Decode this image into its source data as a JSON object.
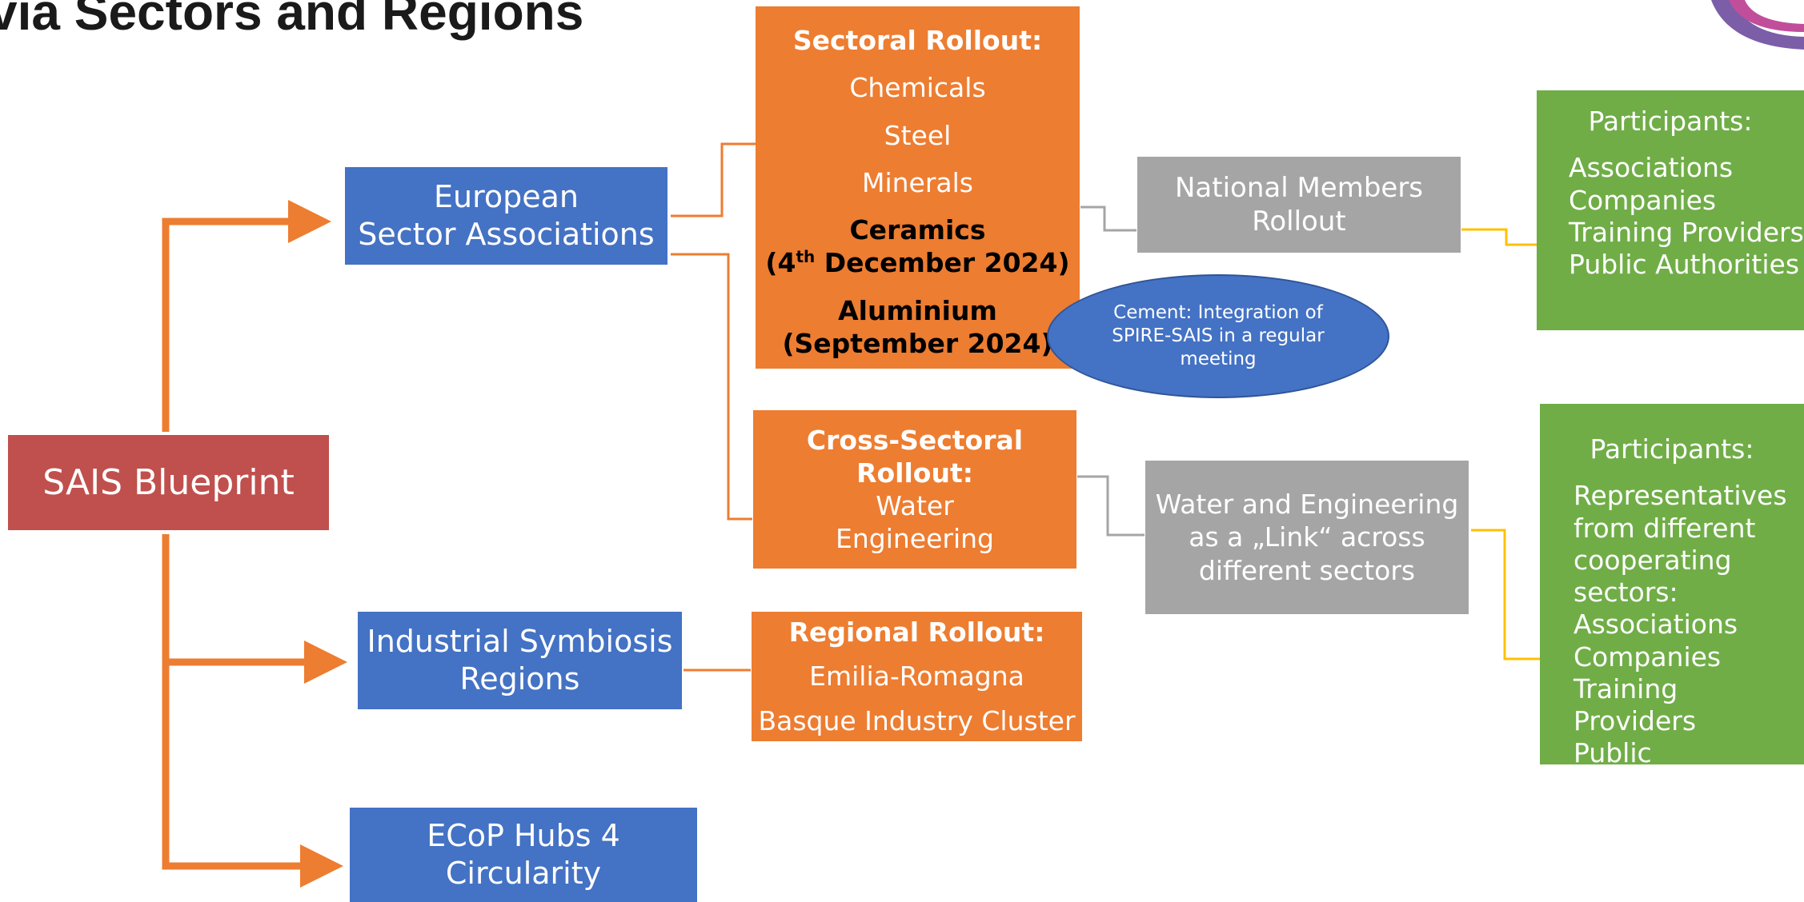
{
  "title": "via Sectors and Regions",
  "root": {
    "label": "SAIS Blueprint"
  },
  "branches": {
    "sector_assoc": [
      "European",
      "Sector Associations"
    ],
    "symbiosis": [
      "Industrial Symbiosis",
      "Regions"
    ],
    "ecop": "ECoP Hubs 4 Circularity"
  },
  "sectoral": {
    "heading": "Sectoral Rollout:",
    "items": [
      "Chemicals",
      "Steel",
      "Minerals"
    ],
    "ceramics_1": "Ceramics",
    "ceramics_2a": "(4",
    "ceramics_sup": "th",
    "ceramics_2b": " December 2024)",
    "aluminium_1": "Aluminium",
    "aluminium_2": "(September 2024)"
  },
  "cement_note": "Cement: Integration of SPIRE-SAIS in a regular meeting",
  "national": [
    "National Members",
    "Rollout"
  ],
  "cross": {
    "heading": "Cross-Sectoral Rollout:",
    "items": [
      "Water",
      "Engineering"
    ]
  },
  "water_link": "Water and Engineering as a „Link“ across different sectors",
  "regional": {
    "heading": "Regional Rollout:",
    "items": [
      "Emilia-Romagna",
      "Basque Industry Cluster"
    ]
  },
  "participants_1": {
    "heading": "Participants:",
    "items": [
      "Associations",
      "Companies",
      "Training Providers",
      "Public Authorities"
    ]
  },
  "participants_2": {
    "heading": "Participants:",
    "items": [
      "Representatives",
      "from different",
      "cooperating",
      "sectors:",
      "Associations",
      "Companies",
      "Training Providers",
      "Public Authorities"
    ]
  },
  "colors": {
    "blue": "#4472C4",
    "red": "#C0504D",
    "orange": "#ED7D31",
    "gray": "#A5A5A5",
    "green": "#70AD47",
    "yellow_connector": "#FFC000"
  }
}
